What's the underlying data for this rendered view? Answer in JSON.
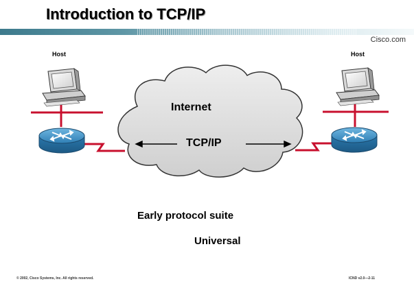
{
  "slide": {
    "title": "Introduction to TCP/IP",
    "brand": "Cisco.com"
  },
  "diagram": {
    "host_left_label": "Host",
    "host_right_label": "Host",
    "cloud_label": "Internet",
    "protocol_label": "TCP/IP"
  },
  "bullets": [
    "Early protocol suite",
    "Universal"
  ],
  "footer": {
    "copyright": "© 2002, Cisco Systems, Inc. All rights reserved.",
    "code": "ICND v2.0—2-11"
  },
  "colors": {
    "router": "#3b8fc4",
    "serial_link": "#c8102e",
    "ethernet": "#c8102e",
    "cloud_fill": "#dcdcdc"
  }
}
